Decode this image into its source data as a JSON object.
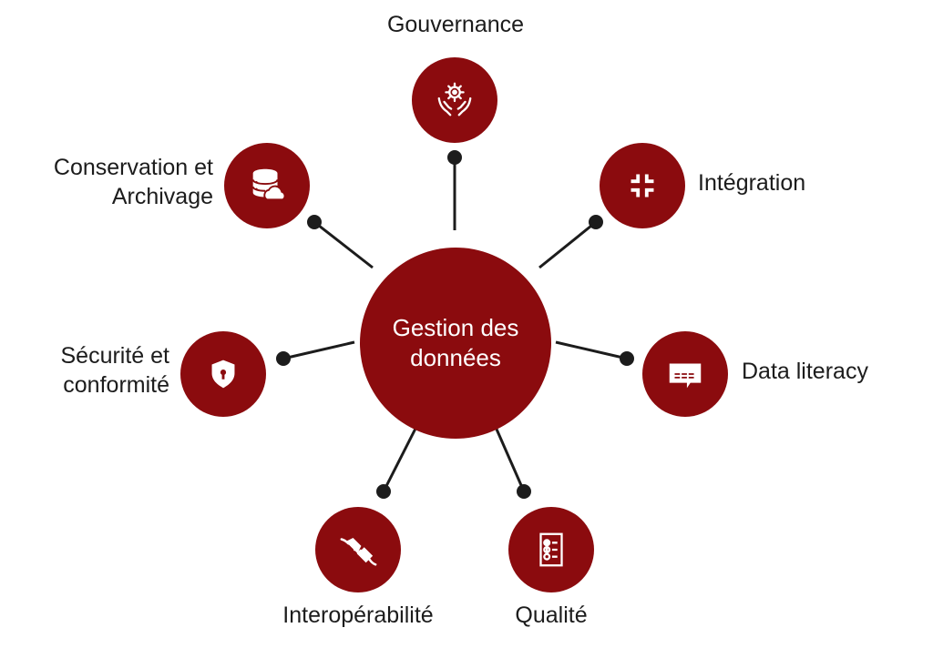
{
  "diagram": {
    "type": "hub-and-spoke",
    "center": {
      "line1": "Gestion des",
      "line2": "données"
    },
    "colors": {
      "node_fill": "#8b0b0e",
      "connector": "#1c1c1c",
      "icon": "#ffffff",
      "text": "#1c1c1c"
    },
    "nodes": [
      {
        "id": "gouvernance",
        "label_line1": "Gouvernance",
        "label_line2": "",
        "icon": "hands-ship-wheel-icon"
      },
      {
        "id": "integration",
        "label_line1": "Intégration",
        "label_line2": "",
        "icon": "arrows-converge-icon"
      },
      {
        "id": "data-literacy",
        "label_line1": "Data literacy",
        "label_line2": "",
        "icon": "speech-bubble-icon"
      },
      {
        "id": "qualite",
        "label_line1": "Qualité",
        "label_line2": "",
        "icon": "checklist-icon"
      },
      {
        "id": "interoperabilite",
        "label_line1": "Interopérabilité",
        "label_line2": "",
        "icon": "plug-icon"
      },
      {
        "id": "securite",
        "label_line1": "Sécurité et",
        "label_line2": "conformité",
        "icon": "shield-lock-icon"
      },
      {
        "id": "conservation",
        "label_line1": "Conservation et",
        "label_line2": "Archivage",
        "icon": "database-cloud-icon"
      }
    ]
  }
}
